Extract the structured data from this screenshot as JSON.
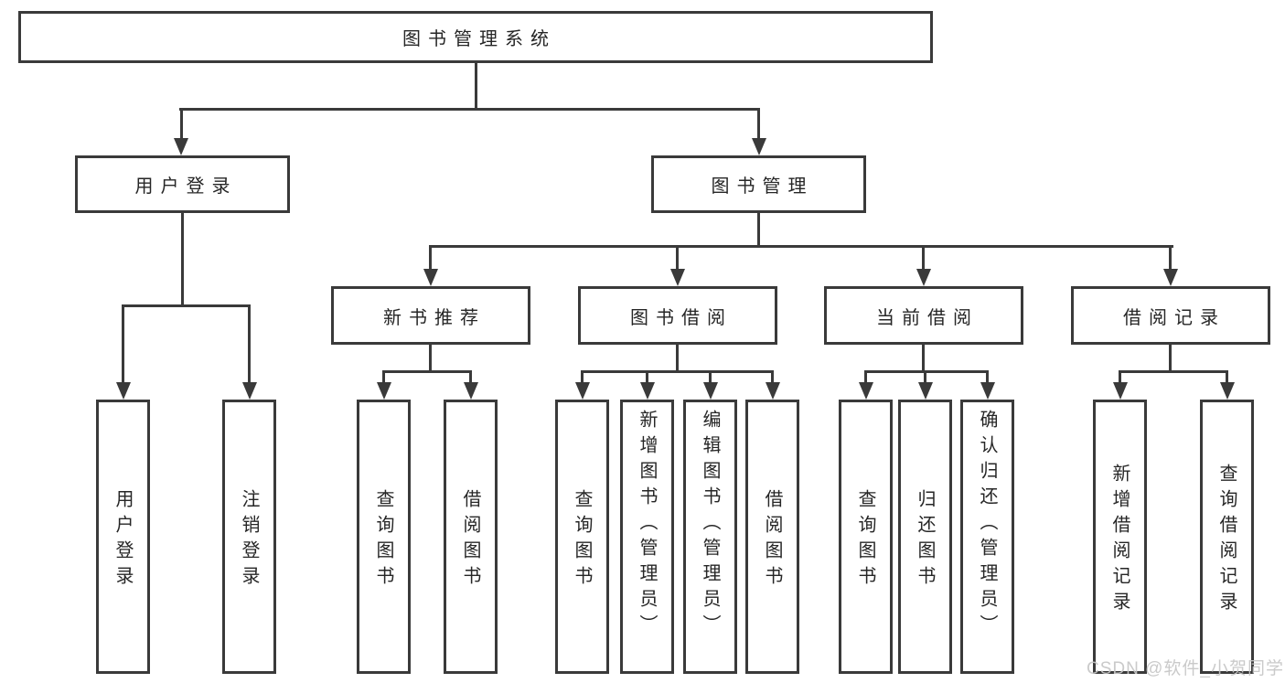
{
  "tree": {
    "root": {
      "label": "图书管理系统",
      "children": [
        {
          "label": "用户登录",
          "children": [
            {
              "label": "用户登录"
            },
            {
              "label": "注销登录"
            }
          ]
        },
        {
          "label": "图书管理",
          "children": [
            {
              "label": "新书推荐",
              "children": [
                {
                  "label": "查询图书"
                },
                {
                  "label": "借阅图书"
                }
              ]
            },
            {
              "label": "图书借阅",
              "children": [
                {
                  "label": "查询图书"
                },
                {
                  "label": "新增图书（管理员）"
                },
                {
                  "label": "编辑图书（管理员）"
                },
                {
                  "label": "借阅图书"
                }
              ]
            },
            {
              "label": "当前借阅",
              "children": [
                {
                  "label": "查询图书"
                },
                {
                  "label": "归还图书"
                },
                {
                  "label": "确认归还（管理员）"
                }
              ]
            },
            {
              "label": "借阅记录",
              "children": [
                {
                  "label": "新增借阅记录"
                },
                {
                  "label": "查询借阅记录"
                }
              ]
            }
          ]
        }
      ]
    }
  },
  "watermark": {
    "text": "CSDN @软件_小贺同学"
  },
  "colors": {
    "line": "#3a3a3a",
    "text": "#262626",
    "watermark": "#c6c6c6",
    "background": "#ffffff"
  }
}
